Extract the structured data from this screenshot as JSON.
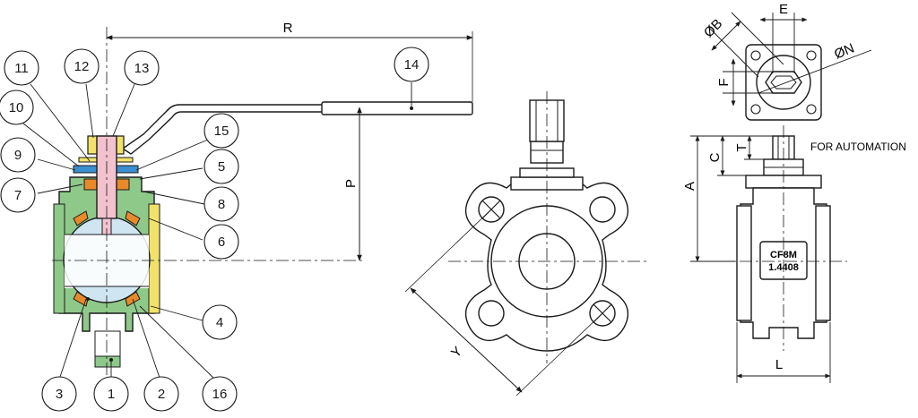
{
  "callouts": [
    "1",
    "2",
    "3",
    "4",
    "5",
    "6",
    "7",
    "8",
    "9",
    "10",
    "11",
    "12",
    "13",
    "14",
    "15",
    "16"
  ],
  "dimensions": {
    "R": "R",
    "P": "P",
    "Y": "Y",
    "E": "E",
    "B": "ØB",
    "N": "ØN",
    "F": "F",
    "T": "T",
    "C": "C",
    "A": "A",
    "L": "L"
  },
  "labels": {
    "automation": "FOR AUTOMATION",
    "material_line1": "CF8M",
    "material_line2": "1.4408"
  },
  "colors": {
    "body": "#8fc98a",
    "ball": "#cfe6f2",
    "stem": "#f3c2cf",
    "seat": "#e88a2a",
    "nut": "#f3e26a",
    "washer": "#3b8fd0",
    "packing": "#f3e26a",
    "line": "#1a1a1a"
  }
}
